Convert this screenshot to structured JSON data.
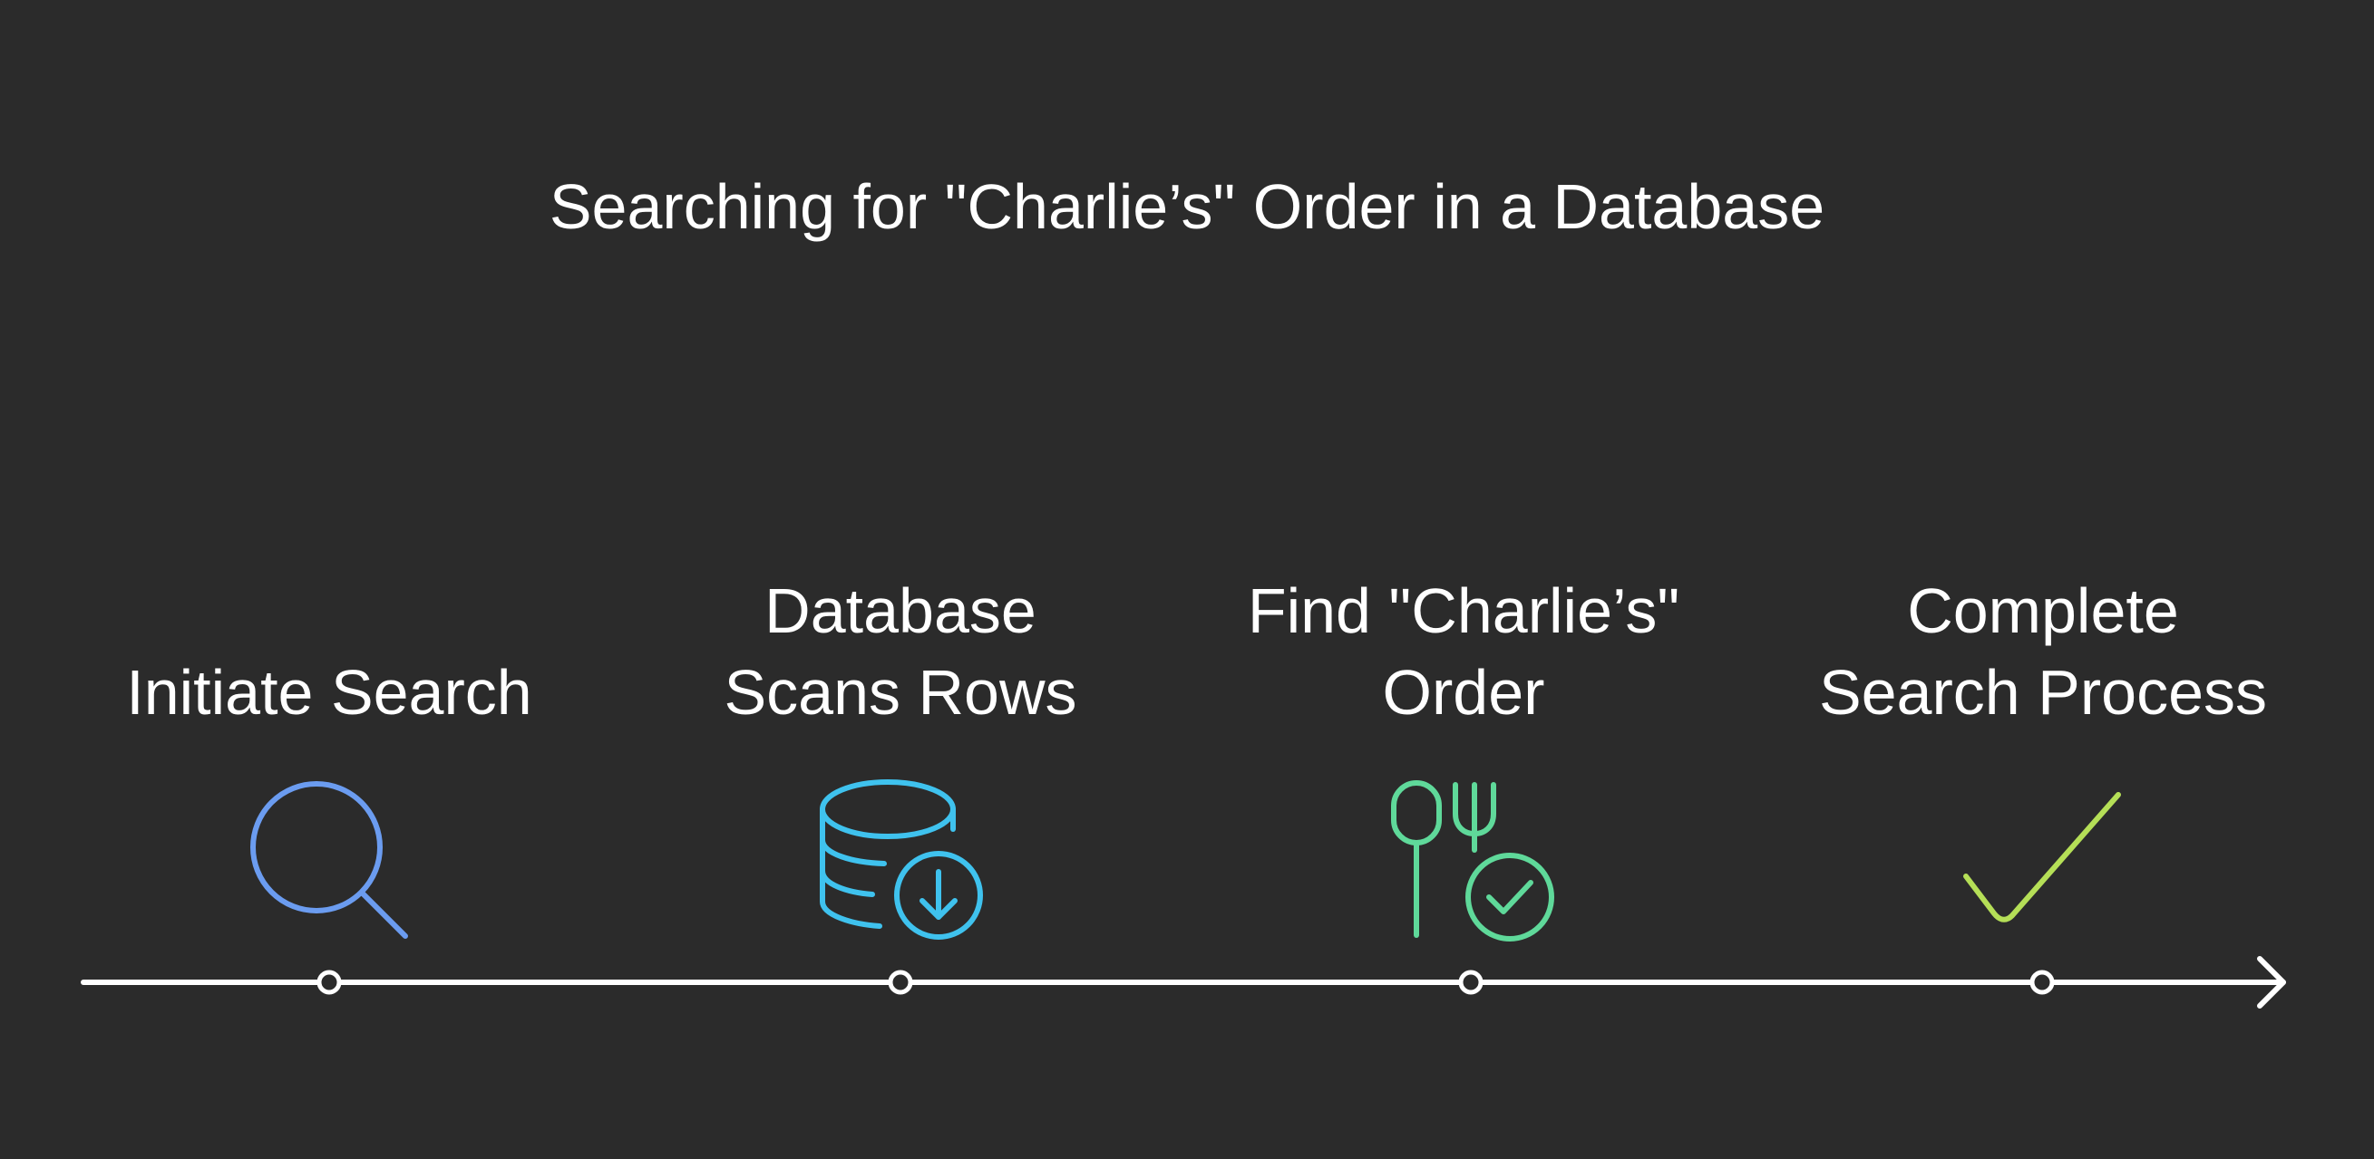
{
  "title": "Searching for \"Charlie’s\" Order in a Database",
  "steps": [
    {
      "label": "Initiate Search",
      "icon": "search-icon",
      "color": "#6b9cf0"
    },
    {
      "label": "Database\nScans Rows",
      "icon": "database-download-icon",
      "color": "#3fc2ee"
    },
    {
      "label": "Find \"Charlie’s\"\nOrder",
      "icon": "utensils-check-icon",
      "color": "#5fd99a"
    },
    {
      "label": "Complete\nSearch Process",
      "icon": "checkmark-icon",
      "color": "#b5df57"
    }
  ],
  "timeline_color": "#ffffff",
  "background_color": "#2b2b2b"
}
